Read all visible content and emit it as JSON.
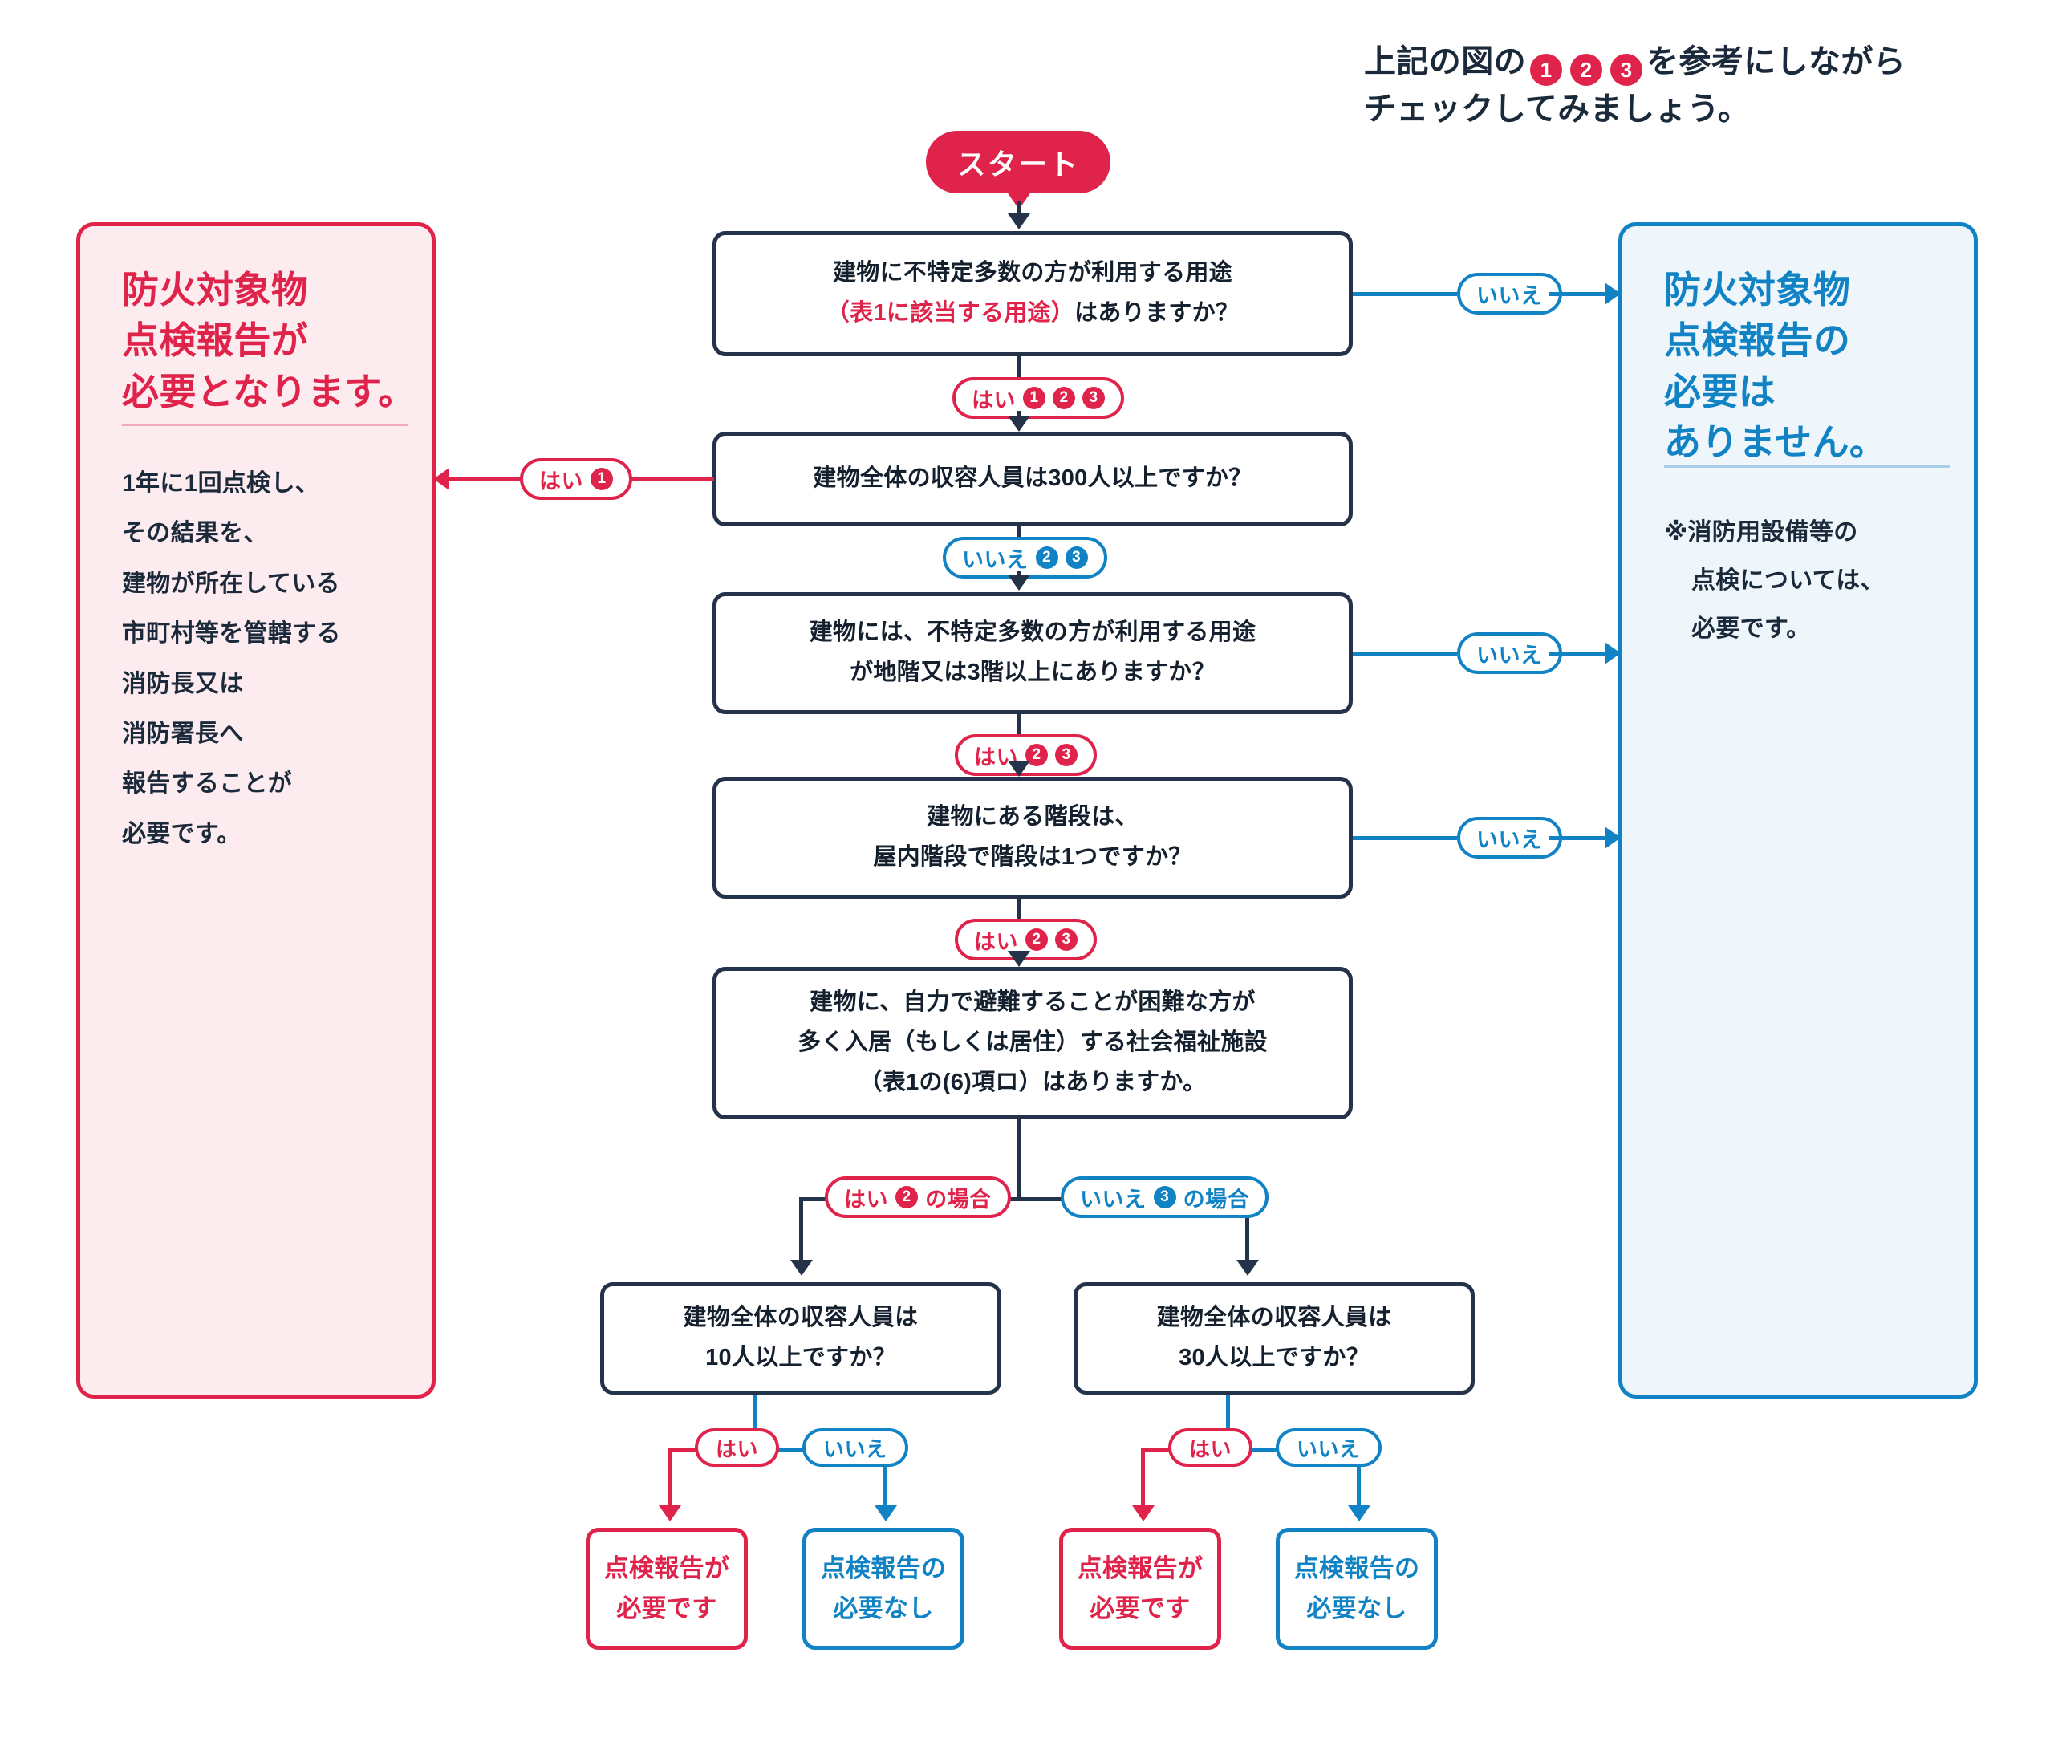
{
  "header": {
    "line1_a": "上記の図の",
    "badges": [
      "1",
      "2",
      "3"
    ],
    "line1_b": "を参考にしながら",
    "line2": "チェックしてみましょう。"
  },
  "colors": {
    "red": "#e0234a",
    "blue": "#1183c4",
    "navy": "#24334a",
    "panel_red_bg": "#fcebef",
    "panel_blue_bg": "#eef6fc"
  },
  "start": {
    "label": "スタート"
  },
  "panel_red": {
    "title": "防火対象物\n点検報告が\n必要となります。",
    "title_l1": "防火対象物",
    "title_l2": "点検報告が",
    "title_l3": "必要となります。",
    "body_lines": [
      "1年に1回点検し、",
      "その結果を、",
      "建物が所在している",
      "市町村等を管轄する",
      "消防長又は",
      "消防署長へ",
      "報告することが",
      "必要です。"
    ]
  },
  "panel_blue": {
    "title_l1": "防火対象物",
    "title_l2": "点検報告の",
    "title_l3": "必要は",
    "title_l4": "ありません。",
    "note_l1": "※消防用設備等の",
    "note_l2": "点検については、",
    "note_l3": "必要です。"
  },
  "questions": {
    "q1": {
      "line1": "建物に不特定多数の方が利用する用途",
      "line2_hl": "（表1に該当する用途）",
      "line2_rest": "はありますか？"
    },
    "q2": {
      "line1": "建物全体の収容人員は300人以上ですか？"
    },
    "q3": {
      "line1": "建物には、不特定多数の方が利用する用途",
      "line2": "が地階又は3階以上にありますか？"
    },
    "q4": {
      "line1": "建物にある階段は、",
      "line2": "屋内階段で階段は1つですか？"
    },
    "q5": {
      "line1": "建物に、自力で避難することが困難な方が",
      "line2": "多く入居（もしくは居住）する社会福祉施設",
      "line3": "（表1の(6)項ロ）はありますか。"
    },
    "q6": {
      "line1": "建物全体の収容人員は",
      "line2": "10人以上ですか？"
    },
    "q7": {
      "line1": "建物全体の収容人員は",
      "line2": "30人以上ですか？"
    }
  },
  "edges": {
    "yes": "はい",
    "no": "いいえ",
    "case_suffix": "の場合",
    "q1_yes_badges": [
      "1",
      "2",
      "3"
    ],
    "q1_no": "いいえ",
    "q2_yes_badges": [
      "1"
    ],
    "q2_no_badges": [
      "2",
      "3"
    ],
    "q3_no": "いいえ",
    "q3_yes_badges": [
      "2",
      "3"
    ],
    "q4_no": "いいえ",
    "q4_yes_badges": [
      "2",
      "3"
    ],
    "q5_yes_badge": "2",
    "q5_no_badge": "3"
  },
  "results": {
    "r1": {
      "line1": "点検報告が",
      "line2": "必要です"
    },
    "r2": {
      "line1": "点検報告の",
      "line2": "必要なし"
    },
    "r3": {
      "line1": "点検報告が",
      "line2": "必要です"
    },
    "r4": {
      "line1": "点検報告の",
      "line2": "必要なし"
    }
  }
}
